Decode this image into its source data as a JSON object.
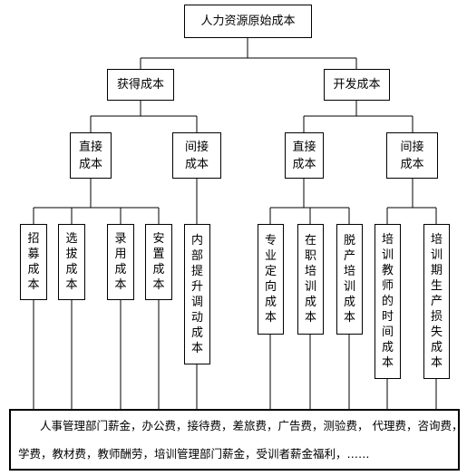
{
  "root": "人力资源原始成本",
  "level1": {
    "acquire": "获得成本",
    "develop": "开发成本"
  },
  "level2": {
    "acq_direct": "直接成本",
    "acq_indirect": "间接成本",
    "dev_direct": "直接成本",
    "dev_indirect": "间接成本"
  },
  "level3": {
    "recruit": "招募成本",
    "select": "选拔成本",
    "hire": "录用成本",
    "place": "安置成本",
    "internal": "内部提升调动成本",
    "orient": "专业定向成本",
    "onjob": "在职培训成本",
    "offjob": "脱产培训成本",
    "teacher_time": "培训教师的时间成本",
    "trainee_loss": "培训期生产损失成本"
  },
  "details": {
    "line1": "人事管理部门薪金，办公费，接待费，差旅费，广告费，测验费， 代理费，咨询费，",
    "line2": "学费，教材费，教师酬劳，培训管理部门薪金，受训者薪金福利，……"
  }
}
